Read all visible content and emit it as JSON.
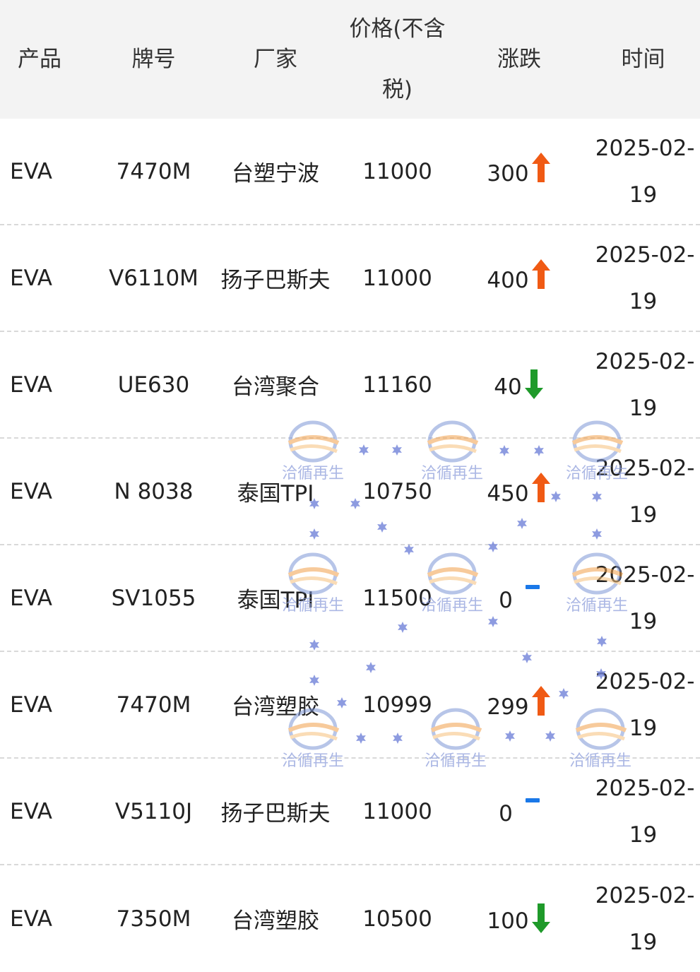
{
  "table": {
    "headers": {
      "product": "产品",
      "grade": "牌号",
      "maker": "厂家",
      "price_line1": "价格(不含",
      "price_line2": "税)",
      "change": "涨跌",
      "time": "时间"
    },
    "rows": [
      {
        "product": "EVA",
        "grade": "7470M",
        "maker": "台塑宁波",
        "price": "11000",
        "change": "300",
        "direction": "up",
        "time1": "2025-02-",
        "time2": "19"
      },
      {
        "product": "EVA",
        "grade": "V6110M",
        "maker": "扬子巴斯夫",
        "price": "11000",
        "change": "400",
        "direction": "up",
        "time1": "2025-02-",
        "time2": "19"
      },
      {
        "product": "EVA",
        "grade": "UE630",
        "maker": "台湾聚合",
        "price": "11160",
        "change": "40",
        "direction": "down",
        "time1": "2025-02-",
        "time2": "19"
      },
      {
        "product": "EVA",
        "grade": "N 8038",
        "maker": "泰国TPI",
        "price": "10750",
        "change": "450",
        "direction": "up",
        "time1": "2025-02-",
        "time2": "19"
      },
      {
        "product": "EVA",
        "grade": "SV1055",
        "maker": "泰国TPI",
        "price": "11500",
        "change": "0",
        "direction": "flat",
        "time1": "2025-02-",
        "time2": "19"
      },
      {
        "product": "EVA",
        "grade": "7470M",
        "maker": "台湾塑胶",
        "price": "10999",
        "change": "299",
        "direction": "up",
        "time1": "2025-02-",
        "time2": "19"
      },
      {
        "product": "EVA",
        "grade": "V5110J",
        "maker": "扬子巴斯夫",
        "price": "11000",
        "change": "0",
        "direction": "flat",
        "time1": "2025-02-",
        "time2": "19"
      },
      {
        "product": "EVA",
        "grade": "7350M",
        "maker": "台湾塑胶",
        "price": "10500",
        "change": "100",
        "direction": "down",
        "time1": "2025-02-",
        "time2": "19"
      }
    ]
  },
  "watermark": {
    "text": "洽循再生",
    "logo_icon": "globe-swoosh-logo",
    "star_icon": "star-icon"
  },
  "colors": {
    "up": "#f05a14",
    "down": "#1f9a2a",
    "flat": "#1a78e8",
    "watermark": "#8fa0dc"
  }
}
